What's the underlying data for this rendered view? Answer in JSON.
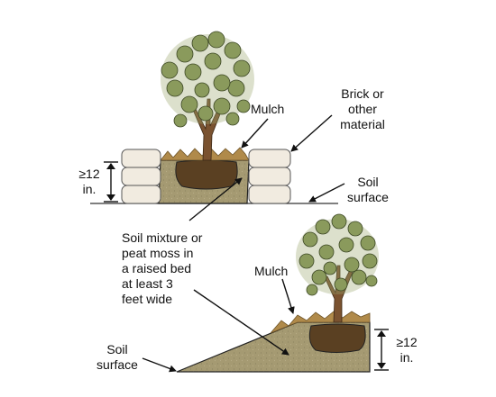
{
  "labels": {
    "top_mulch": "Mulch",
    "brick_line1": "Brick or",
    "brick_line2": "other",
    "brick_line3": "material",
    "top_dim_line1": "≥12",
    "top_dim_line2": "in.",
    "top_soil_line1": "Soil",
    "top_soil_line2": "surface",
    "mix_line1": "Soil mixture or",
    "mix_line2": "peat moss in",
    "mix_line3": "a raised bed",
    "mix_line4": "at least 3",
    "mix_line5": "feet wide",
    "bottom_mulch": "Mulch",
    "bottom_soil_line1": "Soil",
    "bottom_soil_line2": "surface",
    "bottom_dim_line1": "≥12",
    "bottom_dim_line2": "in."
  },
  "colors": {
    "soil": "#a59a72",
    "root_ball": "#5a4022",
    "bark": "#7a5230",
    "leaf": "#8a9a5c",
    "leaf_dark": "#5f6e3c",
    "mulch": "#b08a4a",
    "brick": "#f1ebe0",
    "outline": "#222222"
  }
}
